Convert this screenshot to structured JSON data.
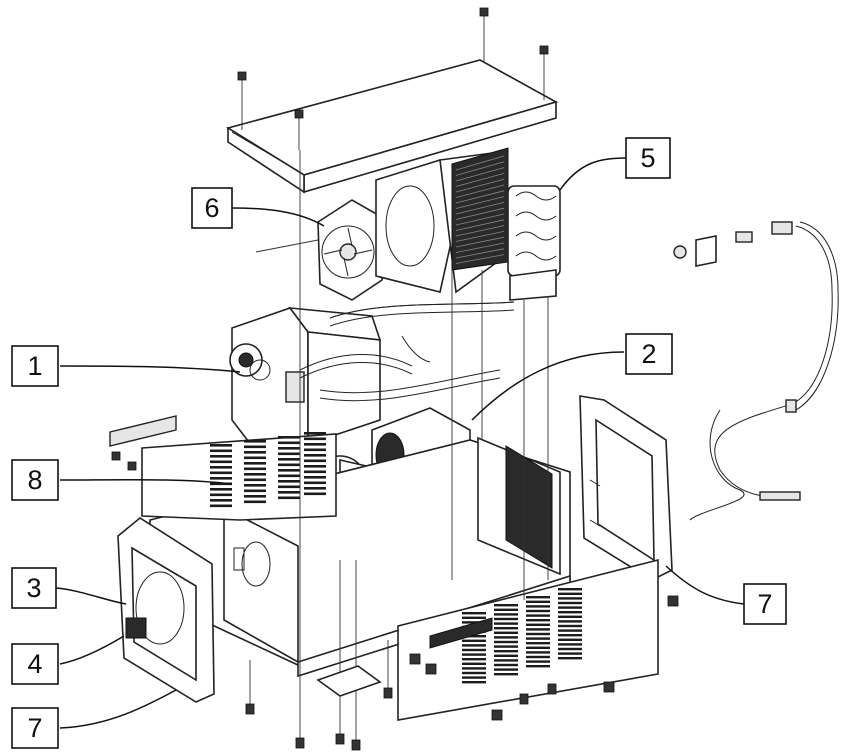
{
  "callouts": [
    {
      "id": "1",
      "label": "1"
    },
    {
      "id": "2",
      "label": "2"
    },
    {
      "id": "3",
      "label": "3"
    },
    {
      "id": "4",
      "label": "4"
    },
    {
      "id": "5",
      "label": "5"
    },
    {
      "id": "6",
      "label": "6"
    },
    {
      "id": "7a",
      "label": "7"
    },
    {
      "id": "7b",
      "label": "7"
    },
    {
      "id": "8",
      "label": "8"
    }
  ],
  "colors": {
    "line": "#222222",
    "background": "#ffffff",
    "fill_dark": "#1c1c1c"
  }
}
